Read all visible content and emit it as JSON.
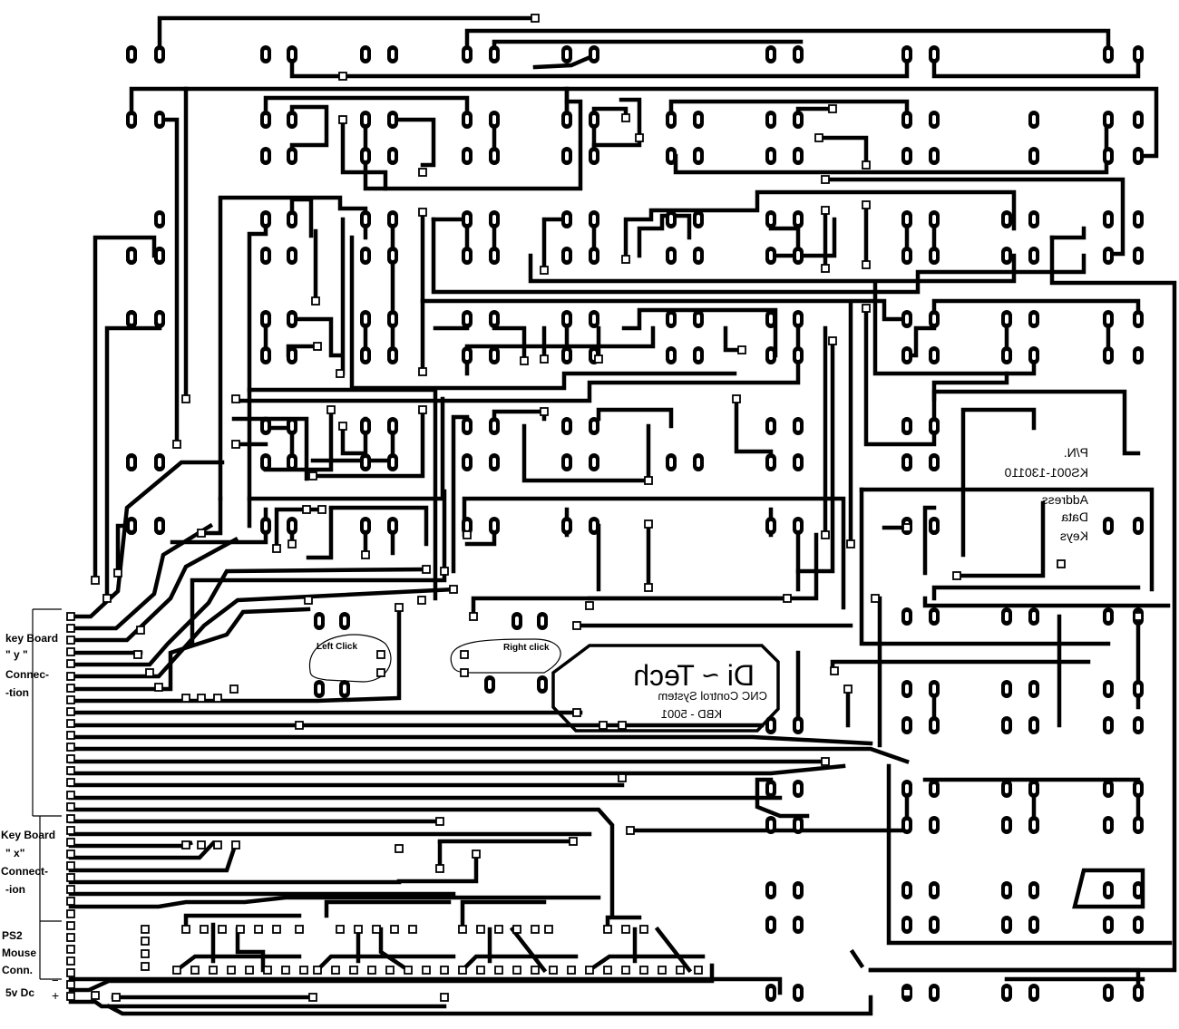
{
  "connector_labels": {
    "y": [
      "key Board",
      "\" y \"",
      "Connec-",
      "-tion"
    ],
    "x": [
      "Key Board",
      "\" x\"",
      "Connect-",
      "-ion"
    ],
    "ps2": [
      "PS2",
      "Mouse",
      "Conn."
    ],
    "power": {
      "label": "5v Dc",
      "minus": "−",
      "plus": "+"
    }
  },
  "click_labels": {
    "left": "Left Click",
    "right": "Right click"
  },
  "board_text": {
    "part_number_label": "P/N.",
    "part_number": "KS001-130110",
    "legend": [
      "Address",
      "Data",
      "Keys"
    ],
    "brand": "Di ~ Tech",
    "subtitle": "CNC Control System",
    "model": "KBD - 5001"
  },
  "colors": {
    "copper": "#000000",
    "background": "#ffffff"
  }
}
